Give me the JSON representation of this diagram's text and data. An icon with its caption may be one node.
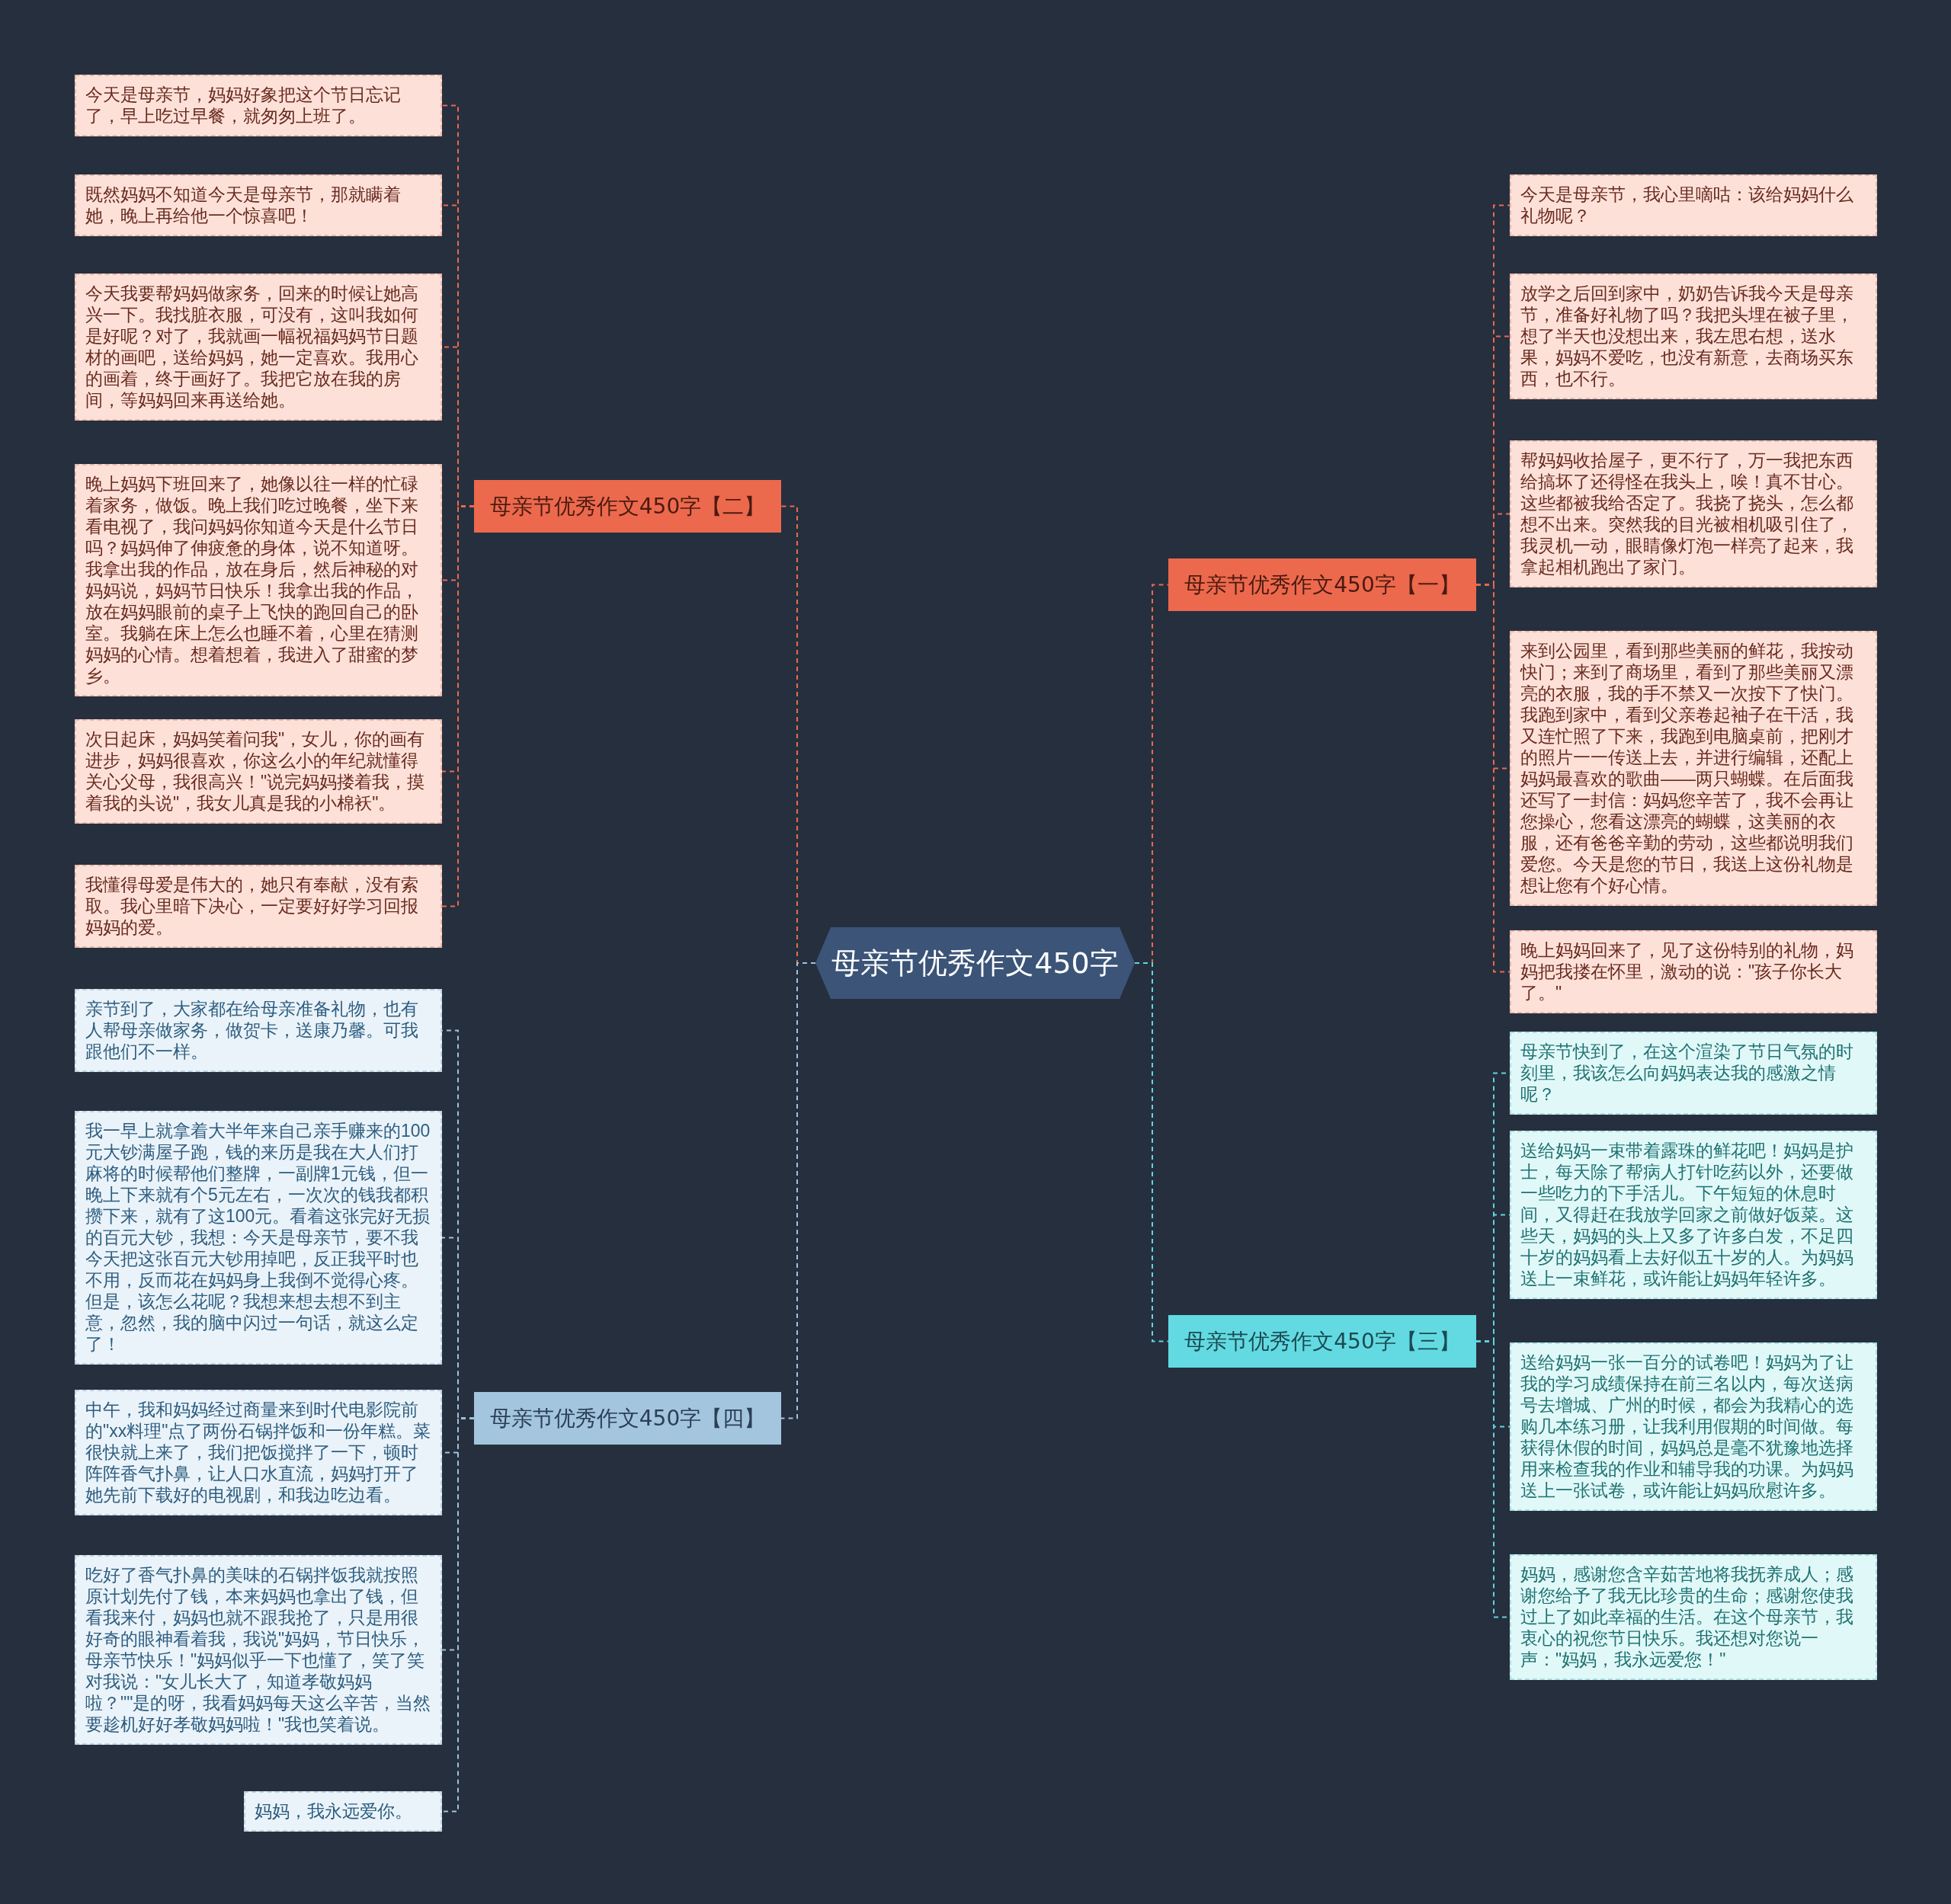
{
  "diagram": {
    "nodes": [
      {
        "text": [
          "母亲节优秀作文450字"
        ]
      },
      {
        "text": [
          "母亲节优秀作文450字【二】"
        ]
      },
      {
        "text": [
          "今天是母亲节，妈妈好象把这个节日忘记了，早上吃过早餐，就匆匆上班了。"
        ]
      },
      {
        "text": [
          "既然妈妈不知道今天是母亲节，那就瞒着她，晚上再给他一个惊喜吧！"
        ]
      },
      {
        "text": [
          "今天我要帮妈妈做家务，回来的时候让她高兴一下。我找脏衣服，可没有，这叫我如何是好呢？对了，我就画一幅祝福妈妈节日题材的画吧，送给妈妈，她一定喜欢。我用心的画着，终于画好了。我把它放在我的房间，等妈妈回来再送给她。"
        ]
      },
      {
        "text": [
          "晚上妈妈下班回来了，她像以往一样的忙碌着家务，做饭。晚上我们吃过晚餐，坐下来看电视了，我问妈妈你知道今天是什么节日吗？妈妈伸了伸疲惫的身体，说不知道呀。我拿出我的作品，放在身后，然后神秘的对妈妈说，妈妈节日快乐！我拿出我的作品，放在妈妈眼前的桌子上飞快的跑回自己的卧室。我躺在床上怎么也睡不着，心里在猜测妈妈的心情。想着想着，我进入了甜蜜的梦乡。"
        ]
      },
      {
        "text": [
          "次日起床，妈妈笑着问我\"，女儿，你的画有进步，妈妈很喜欢，你这么小的年纪就懂得关心父母，我很高兴！\"说完妈妈搂着我，摸着我的头说\"，我女儿真是我的小棉袄\"。"
        ]
      },
      {
        "text": [
          "我懂得母爱是伟大的，她只有奉献，没有索取。我心里暗下决心，一定要好好学习回报妈妈的爱。"
        ]
      },
      {
        "text": [
          "母亲节优秀作文450字【四】"
        ]
      },
      {
        "text": [
          "亲节到了，大家都在给母亲准备礼物，也有人帮母亲做家务，做贺卡，送康乃馨。可我跟他们不一样。"
        ]
      },
      {
        "text": [
          "我一早上就拿着大半年来自己亲手赚来的100元大钞满屋子跑，钱的来历是我在大人们打麻将的时候帮他们整牌，一副牌1元钱，但一晚上下来就有个5元左右，一次次的钱我都积攒下来，就有了这100元。看着这张完好无损的百元大钞，我想：今天是母亲节，要不我今天把这张百元大钞用掉吧，反正我平时也不用，反而花在妈妈身上我倒不觉得心疼。但是，该怎么花呢？我想来想去想不到主意，忽然，我的脑中闪过一句话，就这么定了！"
        ]
      },
      {
        "text": [
          "中午，我和妈妈经过商量来到时代电影院前的\"xx料理\"点了两份石锅拌饭和一份年糕。菜很快就上来了，我们把饭搅拌了一下，顿时阵阵香气扑鼻，让人口水直流，妈妈打开了她先前下载好的电视剧，和我边吃边看。"
        ]
      },
      {
        "text": [
          "吃好了香气扑鼻的美味的石锅拌饭我就按照原计划先付了钱，本来妈妈也拿出了钱，但看我来付，妈妈也就不跟我抢了，只是用很好奇的眼神看着我，我说\"妈妈，节日快乐，母亲节快乐！\"妈妈似乎一下也懂了，笑了笑对我说：\"女儿长大了，知道孝敬妈妈啦？\"\"是的呀，我看妈妈每天这么辛苦，当然要趁机好好孝敬妈妈啦！\"我也笑着说。"
        ]
      },
      {
        "text": [
          "妈妈，我永远爱你。"
        ]
      },
      {
        "text": [
          "母亲节优秀作文450字【一】"
        ]
      },
      {
        "text": [
          "今天是母亲节，我心里嘀咕：该给妈妈什么礼物呢？"
        ]
      },
      {
        "text": [
          "放学之后回到家中，奶奶告诉我今天是母亲节，准备好礼物了吗？我把头埋在被子里，想了半天也没想出来，我左思右想，送水果，妈妈不爱吃，也没有新意，去商场买东西，也不行。"
        ]
      },
      {
        "text": [
          "帮妈妈收拾屋子，更不行了，万一我把东西给搞坏了还得怪在我头上，唉！真不甘心。这些都被我给否定了。我挠了挠头，怎么都想不出来。突然我的目光被相机吸引住了，我灵机一动，眼睛像灯泡一样亮了起来，我拿起相机跑出了家门。"
        ]
      },
      {
        "text": [
          "来到公园里，看到那些美丽的鲜花，我按动快门；来到了商场里，看到了那些美丽又漂亮的衣服，我的手不禁又一次按下了快门。我跑到家中，看到父亲卷起袖子在干活，我又连忙照了下来，我跑到电脑桌前，把刚才的照片一一传送上去，并进行编辑，还配上妈妈最喜欢的歌曲——两只蝴蝶。在后面我还写了一封信：妈妈您辛苦了，我不会再让您操心，您看这漂亮的蝴蝶，这美丽的衣服，还有爸爸辛勤的劳动，这些都说明我们爱您。今天是您的节日，我送上这份礼物是想让您有个好心情。"
        ]
      },
      {
        "text": [
          "晚上妈妈回来了，见了这份特别的礼物，妈妈把我搂在怀里，激动的说：\"孩子你长大了。\""
        ]
      },
      {
        "text": [
          "母亲节优秀作文450字【三】"
        ]
      },
      {
        "text": [
          "母亲节快到了，在这个渲染了节日气氛的时刻里，我该怎么向妈妈表达我的感激之情呢？"
        ]
      },
      {
        "text": [
          "送给妈妈一束带着露珠的鲜花吧！妈妈是护士，每天除了帮病人打针吃药以外，还要做一些吃力的下手活儿。下午短短的休息时间，又得赶在我放学回家之前做好饭菜。这些天，妈妈的头上又多了许多白发，不足四十岁的妈妈看上去好似五十岁的人。为妈妈送上一束鲜花，或许能让妈妈年轻许多。"
        ]
      },
      {
        "text": [
          "送给妈妈一张一百分的试卷吧！妈妈为了让我的学习成绩保持在前三名以内，每次送病号去增城、广州的时候，都会为我精心的选购几本练习册，让我利用假期的时间做。每获得休假的时间，妈妈总是毫不犹豫地选择用来检查我的作业和辅导我的功课。为妈妈送上一张试卷，或许能让妈妈欣慰许多。"
        ]
      },
      {
        "text": [
          "妈妈，感谢您含辛茹苦地将我抚养成人；感谢您给予了我无比珍贵的生命；感谢您使我过上了如此幸福的生活。在这个母亲节，我衷心的祝您节日快乐。我还想对您说一声：\"妈妈，我永远爱您！\""
        ]
      }
    ],
    "edges": [
      {
        "from": 0,
        "to": 1,
        "arrow": "none"
      },
      {
        "from": 1,
        "to": 2,
        "arrow": "none"
      },
      {
        "from": 1,
        "to": 3,
        "arrow": "none"
      },
      {
        "from": 1,
        "to": 4,
        "arrow": "none"
      },
      {
        "from": 1,
        "to": 5,
        "arrow": "none"
      },
      {
        "from": 1,
        "to": 6,
        "arrow": "none"
      },
      {
        "from": 1,
        "to": 7,
        "arrow": "none"
      },
      {
        "from": 0,
        "to": 8,
        "arrow": "none",
        "color": "#9ec3dc"
      },
      {
        "from": 8,
        "to": 9,
        "arrow": "none",
        "color": "#9ec3dc"
      },
      {
        "from": 8,
        "to": 10,
        "arrow": "none",
        "color": "#9ec3dc"
      },
      {
        "from": 8,
        "to": 11,
        "arrow": "none",
        "color": "#9ec3dc"
      },
      {
        "from": 8,
        "to": 12,
        "arrow": "none",
        "color": "#9ec3dc"
      },
      {
        "from": 8,
        "to": 13,
        "arrow": "none",
        "color": "#9ec3dc"
      },
      {
        "from": 0,
        "to": 14,
        "arrow": "none"
      },
      {
        "from": 14,
        "to": 15,
        "arrow": "none"
      },
      {
        "from": 14,
        "to": 16,
        "arrow": "none"
      },
      {
        "from": 14,
        "to": 17,
        "arrow": "none"
      },
      {
        "from": 14,
        "to": 18,
        "arrow": "none"
      },
      {
        "from": 14,
        "to": 19,
        "arrow": "none"
      },
      {
        "from": 0,
        "to": 20,
        "arrow": "none",
        "color": "#5fd6de"
      },
      {
        "from": 20,
        "to": 21,
        "arrow": "none",
        "color": "#5fd6de"
      },
      {
        "from": 20,
        "to": 22,
        "arrow": "none",
        "color": "#5fd6de"
      },
      {
        "from": 20,
        "to": 23,
        "arrow": "none",
        "color": "#5fd6de"
      },
      {
        "from": 20,
        "to": 24,
        "arrow": "none",
        "color": "#5fd6de"
      }
    ]
  }
}
